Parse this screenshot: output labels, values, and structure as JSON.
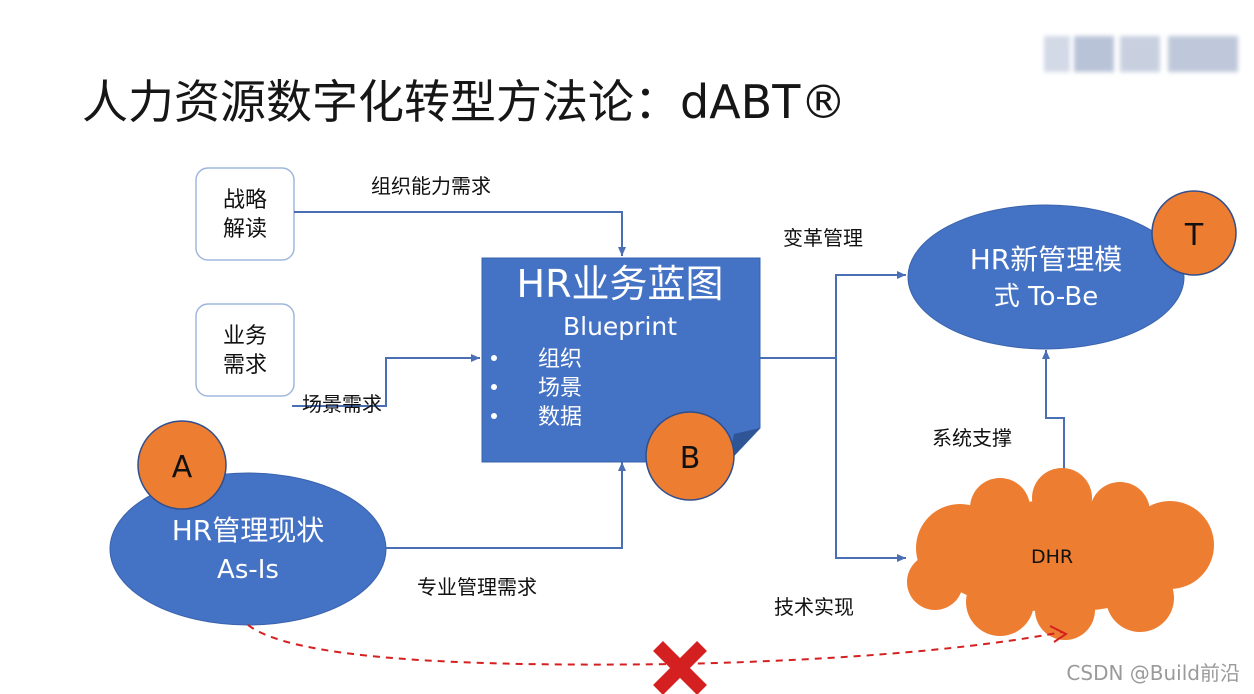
{
  "title": "人力资源数字化转型方法论：dABT®",
  "logo": "blurred-logo",
  "watermark": "CSDN @Build前沿",
  "colors": {
    "blue": "#4472c4",
    "orange": "#ed7d31",
    "arrow": "#4a6fb5",
    "box_border": "#9fb7dc",
    "red": "#d42020"
  },
  "boxes": {
    "strategy": [
      "战略",
      "解读"
    ],
    "business": [
      "业务",
      "需求"
    ]
  },
  "blueprint": {
    "title": "HR业务蓝图",
    "subtitle": "Blueprint",
    "bullets": [
      "组织",
      "场景",
      "数据"
    ],
    "badge": "B"
  },
  "asis": {
    "line1": "HR管理现状",
    "line2": "As-Is",
    "badge": "A"
  },
  "tobe": {
    "line1": "HR新管理模",
    "line2": "式 To-Be",
    "badge": "T"
  },
  "dhr": {
    "label": "DHR"
  },
  "edge_labels": {
    "org_capability": "组织能力需求",
    "scenario": "场景需求",
    "professional": "专业管理需求",
    "change": "变革管理",
    "tech": "技术实现",
    "system": "系统支撑"
  }
}
